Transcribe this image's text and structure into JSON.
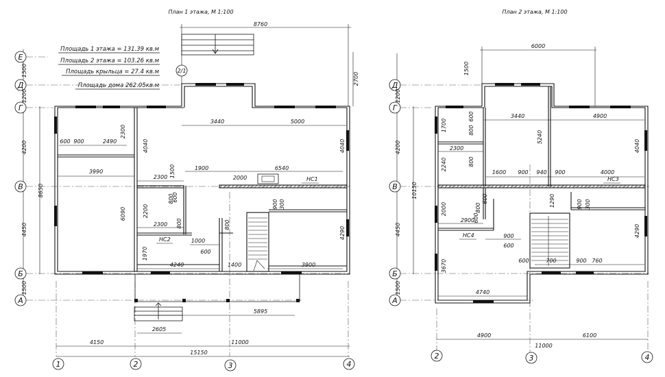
{
  "plan1": {
    "title": "План 1 этажа, М 1:100",
    "area_notes": [
      "Площадь 1 этажа  = 131.39 кв.м",
      "Площадь 2 этажа  = 103.26 кв.м",
      "Площадь крыльца  = 27.4 кв.м",
      "Площадь дома  262.05кв.м"
    ],
    "callout": "2/1",
    "axes_letters": [
      "Е",
      "Д",
      "Г",
      "В",
      "Б",
      "А"
    ],
    "axes_numbers": [
      "1",
      "2",
      "3",
      "4"
    ],
    "labels": {
      "hc1": "НС1",
      "hc2": "НС2"
    },
    "dims": {
      "top_total": "8760",
      "right_2700": "2700",
      "left_1500_top": "1500",
      "left_1200": "1200",
      "left_4200": "4200",
      "left_8650": "8650",
      "left_4450": "4450",
      "left_1500_bot": "1500",
      "d3440": "3440",
      "d5000": "5000",
      "d600": "600",
      "d900": "900",
      "d2490": "2490",
      "d2300v": "2300",
      "d4040a": "4040",
      "d4040b": "4040",
      "d3990": "3990",
      "d1500": "1500",
      "d1900": "1900",
      "d2000": "2000",
      "d6540": "6540",
      "d2300a": "2300",
      "d800a": "800",
      "d600b": "600",
      "d2200": "2200",
      "d6090": "6090",
      "d2300b": "2300",
      "d800b": "800",
      "d900b": "900",
      "d300": "300",
      "d800c": "800",
      "d4290": "4290",
      "d1000": "1000",
      "d600c": "600",
      "d1970": "1970",
      "d4240": "4240",
      "d1400": "1400",
      "d3900": "3900",
      "d5895": "5895",
      "d2605": "2605",
      "d4150": "4150",
      "d11000": "11000",
      "d15150": "15150"
    }
  },
  "plan2": {
    "title": "План 2 этажа, М 1:100",
    "axes_letters": [
      "Д",
      "Г",
      "В",
      "Б",
      "А"
    ],
    "axes_numbers": [
      "2",
      "3",
      "4"
    ],
    "labels": {
      "hc3": "НС3",
      "hc4": "НС4"
    },
    "dims": {
      "top_6000": "6000",
      "left_1500_top": "1500",
      "left_1200": "1200",
      "left_4200": "4200",
      "left_10150": "10150",
      "left_4450": "4450",
      "left_1500_bot": "1500",
      "d3440": "3440",
      "d4900a": "4900",
      "d600": "600",
      "d800a": "800",
      "d1700": "1700",
      "d5240": "5240",
      "d4040": "4040",
      "d2300": "2300",
      "d800b": "800",
      "d2240": "2240",
      "d1600": "1600",
      "d900a": "900",
      "d940": "940",
      "d900b": "900",
      "d4000": "4000",
      "d600b": "600",
      "d1290": "1290",
      "d2000": "2000",
      "d800c": "800",
      "d600c": "600",
      "d900c": "900",
      "d300": "300",
      "d2900": "2900",
      "d4290": "4290",
      "d900d": "900",
      "d600d": "600",
      "d3670": "3670",
      "d600e": "600",
      "d700": "700",
      "d900e": "900",
      "d760": "760",
      "d4740": "4740",
      "d4900b": "4900",
      "d6100": "6100",
      "d11000": "11000"
    }
  }
}
